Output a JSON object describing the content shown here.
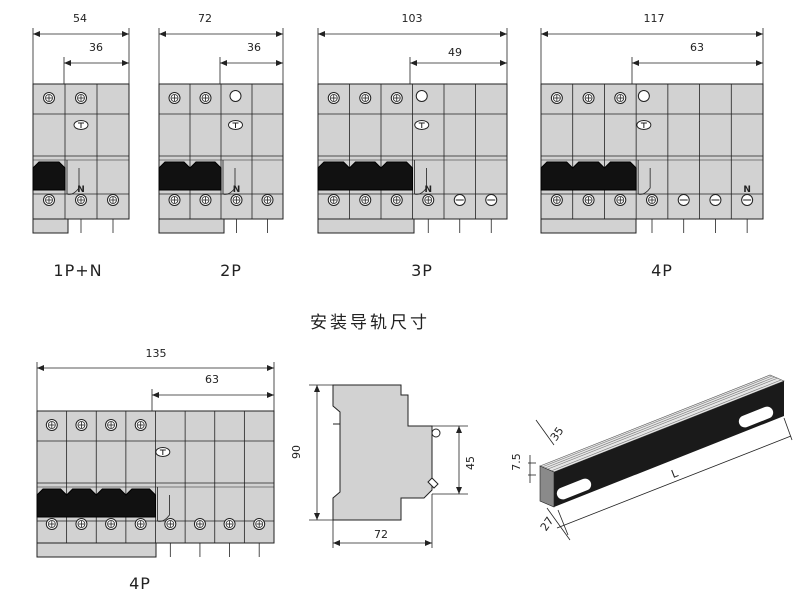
{
  "colors": {
    "body": "#d2d2d2",
    "body_dark": "#bdbdbd",
    "line": "#222222",
    "handle": "#111111",
    "rail": "#bdbdbd",
    "rail_dark": "#1a1a1a"
  },
  "section_title": "安装导轨尺寸",
  "breakers": [
    {
      "caption": "1P+N",
      "overall_width": "54",
      "module_width": "36",
      "poles": 1,
      "n_label": "N"
    },
    {
      "caption": "2P",
      "overall_width": "72",
      "module_width": "36",
      "poles": 2,
      "n_label": "N"
    },
    {
      "caption": "3P",
      "overall_width": "103",
      "module_width": "49",
      "poles": 3,
      "n_label": "N"
    },
    {
      "caption": "4P",
      "overall_width": "117",
      "module_width": "63",
      "poles": 3,
      "n_label": "N"
    },
    {
      "caption": "4P",
      "overall_width": "135",
      "module_width": "63",
      "poles": 4,
      "n_label": ""
    }
  ],
  "side_view": {
    "height": "90",
    "module_height": "45",
    "depth": "72"
  },
  "rail": {
    "height": "7.5",
    "width": "35",
    "thickness": "27",
    "length": "L"
  }
}
